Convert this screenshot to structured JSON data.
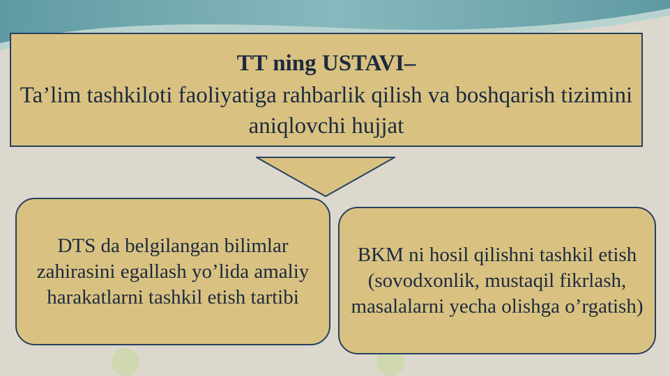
{
  "colors": {
    "background": "#dcd8cd",
    "box_fill": "#d9c281",
    "box_border": "#26405f",
    "text": "#1c2a3f",
    "wave_teal": "#6fa6ad",
    "watermark_green": "#b7d97a"
  },
  "diagram": {
    "top_box": {
      "title": "TT ning USTAVI–",
      "description": "Ta’lim tashkiloti faoliyatiga rahbarlik qilish va boshqarish tizimini aniqlovchi hujjat"
    },
    "left_card": {
      "text": "DTS da belgilangan bilimlar zahirasini egallash yo’lida amaliy harakatlarni tashkil etish tartibi"
    },
    "right_card": {
      "text": "BKM ni hosil qilishni tashkil etish (sovodxonlik, mustaqil fikrlash, masalalarni yecha olishga o’rgatish)"
    }
  }
}
